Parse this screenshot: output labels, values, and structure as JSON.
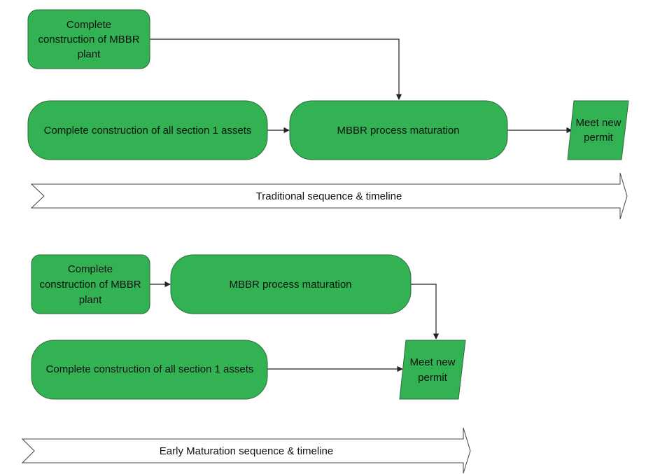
{
  "colors": {
    "node_fill": "#33b254",
    "node_stroke": "#2e6b3c",
    "line": "#222222",
    "band_fill": "#ffffff",
    "band_stroke": "#444444"
  },
  "traditional": {
    "mbbr_plant": [
      "Complete",
      "construction of MBBR",
      "plant"
    ],
    "section1": "Complete construction of all section 1 assets",
    "maturation": "MBBR process maturation",
    "permit": [
      "Meet new",
      "permit"
    ],
    "timeline": "Traditional sequence & timeline"
  },
  "early": {
    "mbbr_plant": [
      "Complete",
      "construction of MBBR",
      "plant"
    ],
    "maturation": "MBBR process maturation",
    "section1": "Complete construction of all section 1 assets",
    "permit": [
      "Meet new",
      "permit"
    ],
    "timeline": "Early Maturation sequence & timeline"
  }
}
